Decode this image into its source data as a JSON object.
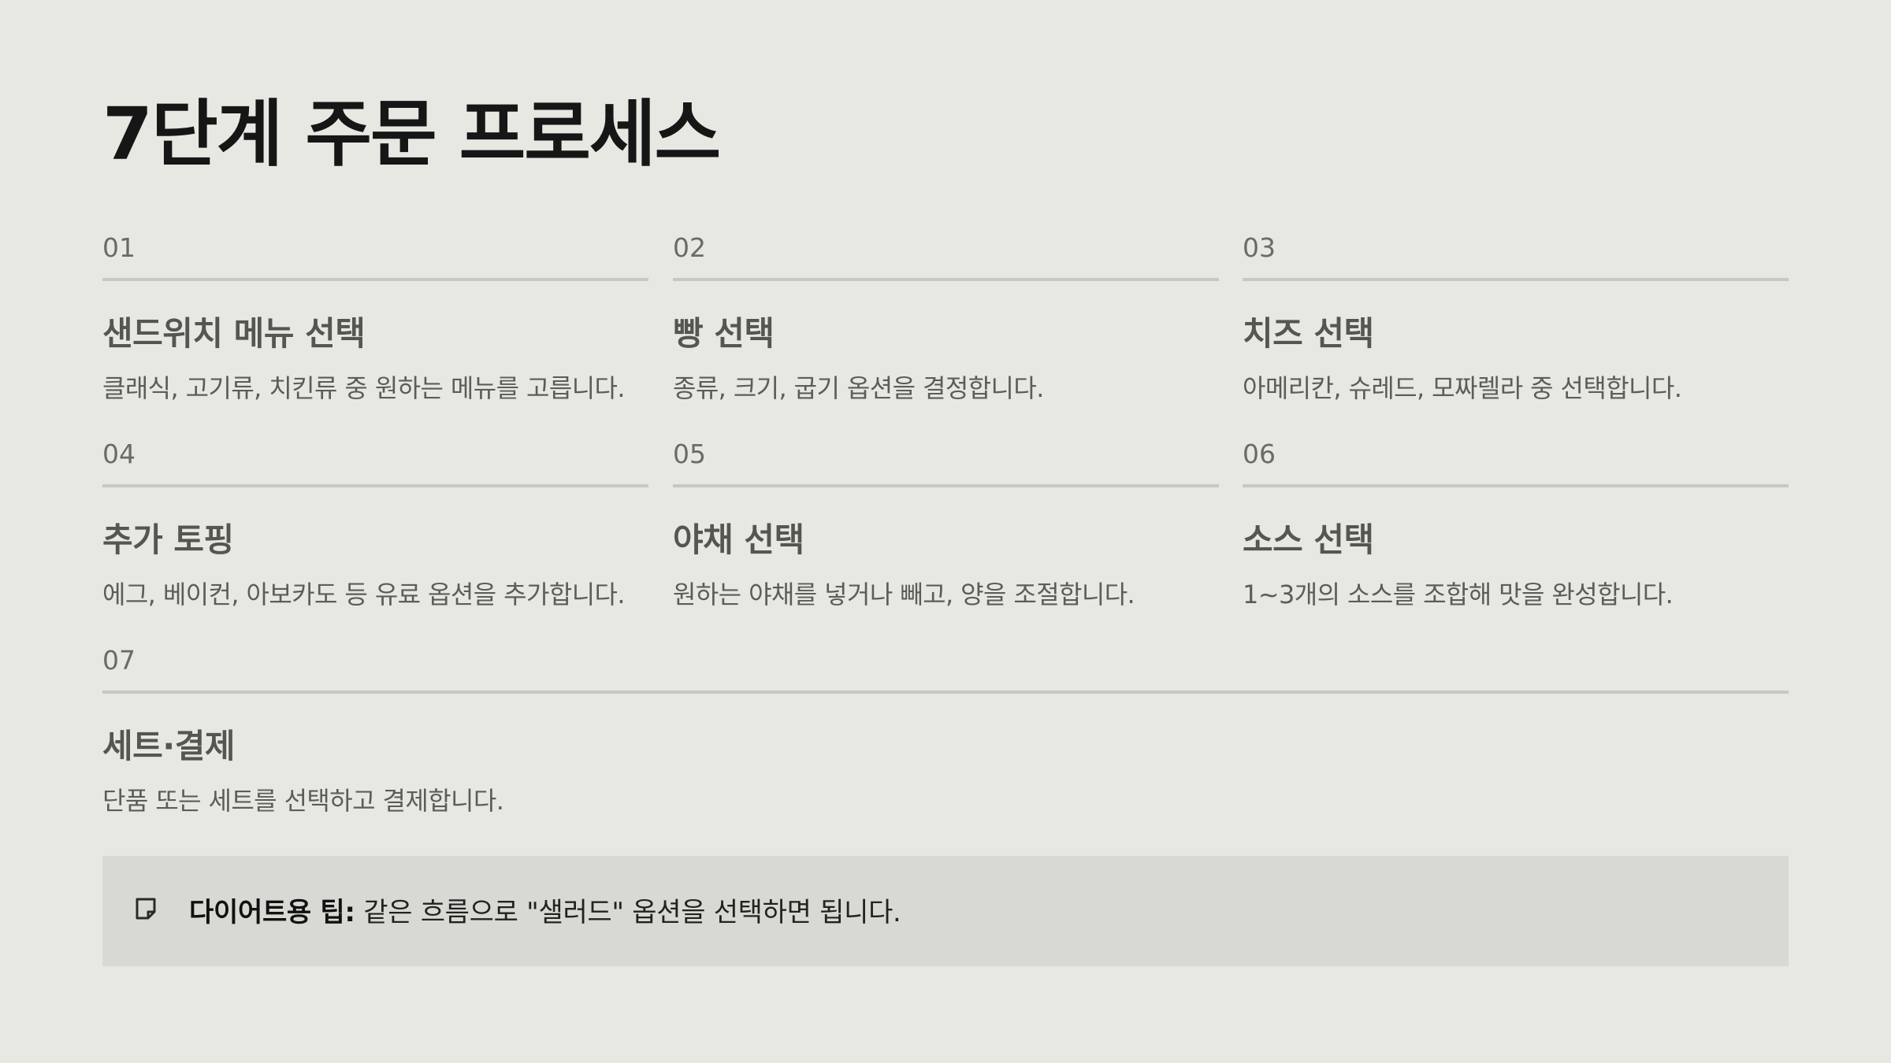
{
  "title": "7단계 주문 프로세스",
  "steps": [
    {
      "num": "01",
      "title": "샌드위치 메뉴 선택",
      "desc": "클래식, 고기류, 치킨류 중 원하는 메뉴를 고릅니다."
    },
    {
      "num": "02",
      "title": "빵 선택",
      "desc": "종류, 크기, 굽기 옵션을 결정합니다."
    },
    {
      "num": "03",
      "title": "치즈 선택",
      "desc": "아메리칸, 슈레드, 모짜렐라 중 선택합니다."
    },
    {
      "num": "04",
      "title": "추가 토핑",
      "desc": "에그, 베이컨, 아보카도 등 유료 옵션을 추가합니다."
    },
    {
      "num": "05",
      "title": "야채 선택",
      "desc": "원하는 야채를 넣거나 빼고, 양을 조절합니다."
    },
    {
      "num": "06",
      "title": "소스 선택",
      "desc": "1~3개의 소스를 조합해 맛을 완성합니다."
    },
    {
      "num": "07",
      "title": "세트·결제",
      "desc": "단품 또는 세트를 선택하고 결제합니다."
    }
  ],
  "tip": {
    "label": "다이어트용 팁:",
    "text": " 같은 흐름으로 \"샐러드\" 옵션을 선택하면 됩니다.",
    "icon": "note-icon"
  }
}
